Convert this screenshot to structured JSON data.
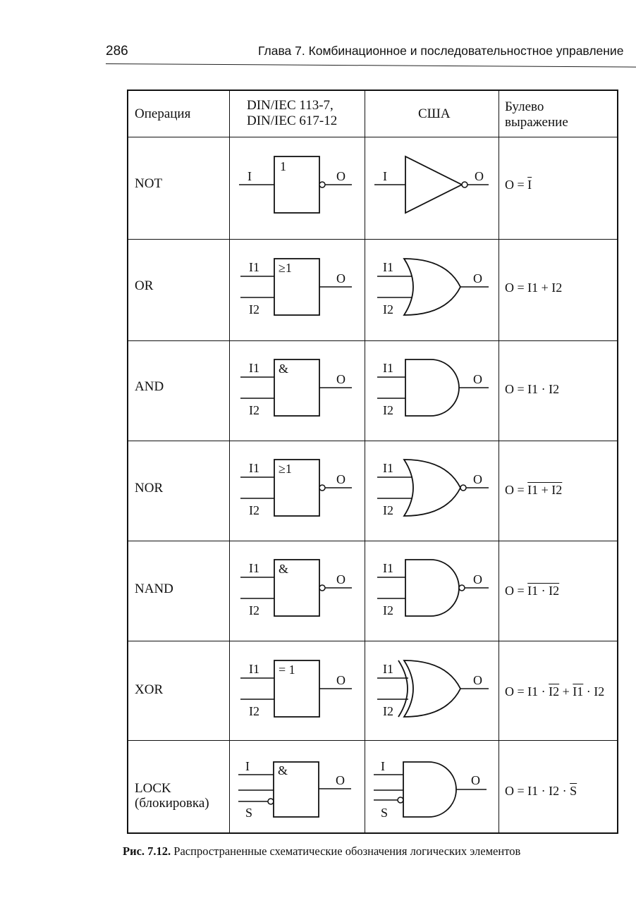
{
  "header": {
    "page_number": "286",
    "chapter_title": "Глава 7. Комбинационное и последовательностное управление"
  },
  "table": {
    "columns": [
      "Операция",
      "DIN/IEC 113-7,",
      "DIN/IEC 617-12",
      "США",
      "Булево",
      "выражение"
    ],
    "rows": [
      {
        "op": "NOT",
        "din_symbol": "1",
        "in1": "I",
        "in2": "",
        "out": "O",
        "expr_prefix": "O = ",
        "expr_over": "I",
        "expr_tail": ""
      },
      {
        "op": "OR",
        "din_symbol": "≥1",
        "in1": "I1",
        "in2": "I2",
        "out": "O",
        "expr_prefix": "O = I1 + I2",
        "expr_over": "",
        "expr_tail": ""
      },
      {
        "op": "AND",
        "din_symbol": "&",
        "in1": "I1",
        "in2": "I2",
        "out": "O",
        "expr_prefix": "O = I1 · I2",
        "expr_over": "",
        "expr_tail": ""
      },
      {
        "op": "NOR",
        "din_symbol": "≥1",
        "in1": "I1",
        "in2": "I2",
        "out": "O",
        "expr_prefix": "O = ",
        "expr_over": "I1 + I2",
        "expr_tail": ""
      },
      {
        "op": "NAND",
        "din_symbol": "&",
        "in1": "I1",
        "in2": "I2",
        "out": "O",
        "expr_prefix": "O = ",
        "expr_over": "I1 · I2",
        "expr_tail": ""
      },
      {
        "op": "XOR",
        "din_symbol": "= 1",
        "in1": "I1",
        "in2": "I2",
        "out": "O",
        "expr_prefix": "O = I1 · ",
        "expr_over": "I2",
        "expr_mid": " + ",
        "expr_over2": "I1",
        "expr_tail": " · I2"
      },
      {
        "op": "LOCK",
        "op_sub": "(блокировка)",
        "din_symbol": "&",
        "in1": "I",
        "in2": "S",
        "out": "O",
        "expr_prefix": "O = I1 · I2 · ",
        "expr_over": "S",
        "expr_tail": ""
      }
    ]
  },
  "caption": {
    "label": "Рис. 7.12.",
    "text": "Распространенные схематические обозначения логических элементов"
  }
}
